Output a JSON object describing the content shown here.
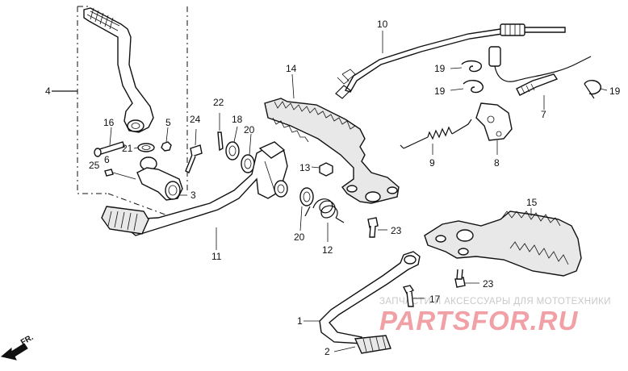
{
  "diagram": {
    "callouts": [
      {
        "id": "c1",
        "text": "1"
      },
      {
        "id": "c2",
        "text": "2"
      },
      {
        "id": "c3",
        "text": "3"
      },
      {
        "id": "c4",
        "text": "4"
      },
      {
        "id": "c5",
        "text": "5"
      },
      {
        "id": "c6",
        "text": "6"
      },
      {
        "id": "c7",
        "text": "7"
      },
      {
        "id": "c8",
        "text": "8"
      },
      {
        "id": "c9",
        "text": "9"
      },
      {
        "id": "c10",
        "text": "10"
      },
      {
        "id": "c11",
        "text": "11"
      },
      {
        "id": "c12",
        "text": "12"
      },
      {
        "id": "c13",
        "text": "13"
      },
      {
        "id": "c14",
        "text": "14"
      },
      {
        "id": "c15",
        "text": "15"
      },
      {
        "id": "c16",
        "text": "16"
      },
      {
        "id": "c17",
        "text": "17"
      },
      {
        "id": "c18",
        "text": "18"
      },
      {
        "id": "c19a",
        "text": "19"
      },
      {
        "id": "c19b",
        "text": "19"
      },
      {
        "id": "c19c",
        "text": "19"
      },
      {
        "id": "c20a",
        "text": "20"
      },
      {
        "id": "c20b",
        "text": "20"
      },
      {
        "id": "c21",
        "text": "21"
      },
      {
        "id": "c22",
        "text": "22"
      },
      {
        "id": "c23a",
        "text": "23"
      },
      {
        "id": "c23b",
        "text": "23"
      },
      {
        "id": "c24",
        "text": "24"
      },
      {
        "id": "c25",
        "text": "25"
      }
    ],
    "direction_label": "FR."
  },
  "watermark": {
    "tagline": "ЗАПЧАСТИ И АКСЕССУАРЫ ДЛЯ МОТОТЕХНИКИ",
    "brand": "PARTSFOR.RU"
  },
  "colors": {
    "line": "#111111",
    "watermark_brand": "#f1a0a5",
    "watermark_tagline": "#c9c9c9"
  }
}
